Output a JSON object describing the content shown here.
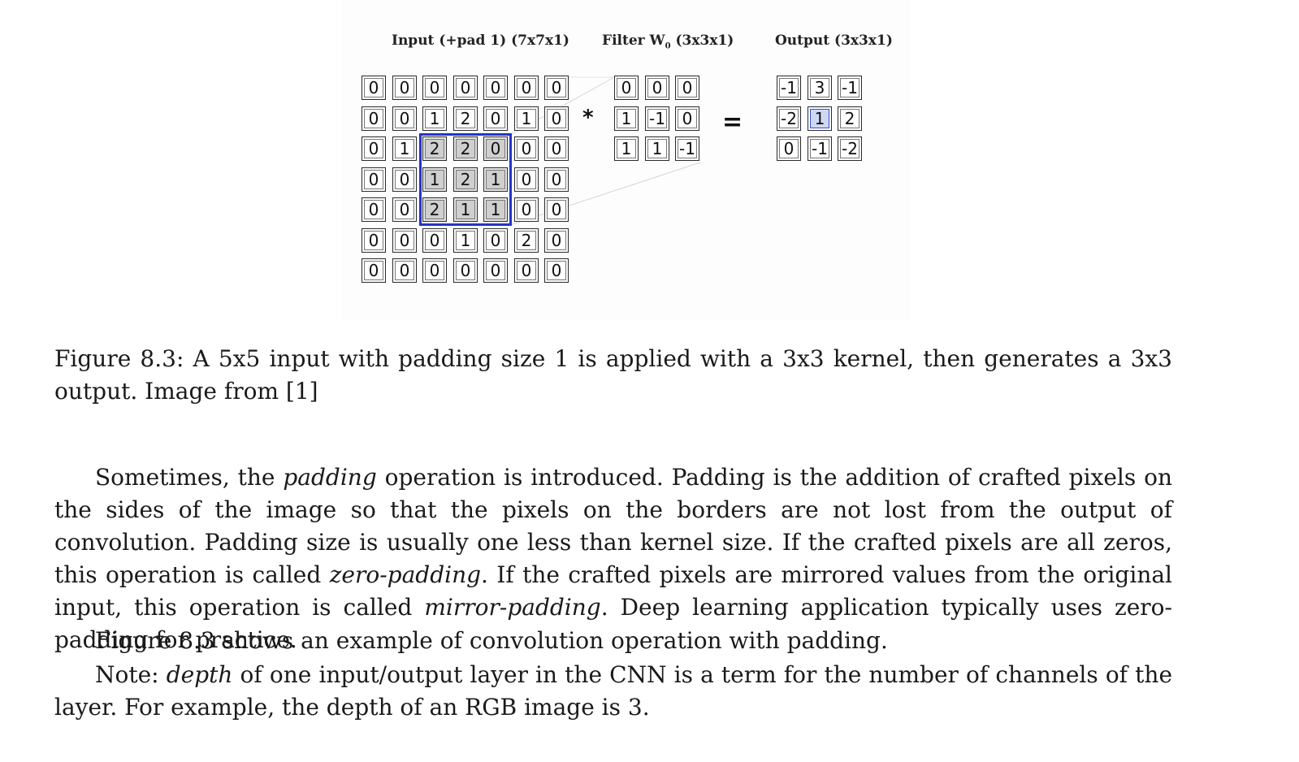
{
  "figure": {
    "input_title": "Input (+pad 1) (7x7x1)",
    "filter_title_main": "Filter W",
    "filter_title_sub": "0",
    "filter_title_tail": " (3x3x1)",
    "output_title": "Output (3x3x1)",
    "operator_conv": "*",
    "operator_eq": "=",
    "input_grid": [
      [
        "0",
        "0",
        "0",
        "0",
        "0",
        "0",
        "0"
      ],
      [
        "0",
        "0",
        "1",
        "2",
        "0",
        "1",
        "0"
      ],
      [
        "0",
        "1",
        "2",
        "2",
        "0",
        "0",
        "0"
      ],
      [
        "0",
        "0",
        "1",
        "2",
        "1",
        "0",
        "0"
      ],
      [
        "0",
        "0",
        "2",
        "1",
        "1",
        "0",
        "0"
      ],
      [
        "0",
        "0",
        "0",
        "1",
        "0",
        "2",
        "0"
      ],
      [
        "0",
        "0",
        "0",
        "0",
        "0",
        "0",
        "0"
      ]
    ],
    "filter_grid": [
      [
        "0",
        "0",
        "0"
      ],
      [
        "1",
        "-1",
        "0"
      ],
      [
        "1",
        "1",
        "-1"
      ]
    ],
    "output_grid": [
      [
        "-1",
        "3",
        "-1"
      ],
      [
        "-2",
        "1",
        "2"
      ],
      [
        "0",
        "-1",
        "-2"
      ]
    ],
    "highlight_window": {
      "row": 2,
      "col": 2,
      "size": 3
    },
    "highlight_output": {
      "row": 1,
      "col": 1
    },
    "colors": {
      "window_border": "#2434c8",
      "window_fill": "#cfcfcf",
      "output_highlight": "#cfd8f3"
    }
  },
  "caption": "Figure 8.3: A 5x5 input with padding size 1 is applied with a 3x3 kernel, then generates a 3x3 output. Image from [1]",
  "paragraphs": {
    "p1_a": "Sometimes, the ",
    "p1_em1": "padding",
    "p1_b": " operation is introduced. Padding is the addition of crafted pixels on the sides of the image so that the pixels on the borders are not lost from the output of convolution. Padding size is usually one less than kernel size. If the crafted pixels are all zeros, this operation is called ",
    "p1_em2": "zero-padding",
    "p1_c": ". If the crafted pixels are mirrored values from the original input, this operation is called ",
    "p1_em3": "mirror-padding",
    "p1_d": ". Deep learning application typically uses zero-padding for practice.",
    "p2": "Figure 8.3 shows an example of convolution operation with padding.",
    "p3_a": "Note: ",
    "p3_em": "depth",
    "p3_b": " of one input/output layer in the CNN is a term for the number of channels of the layer. For example, the depth of an RGB image is 3."
  }
}
